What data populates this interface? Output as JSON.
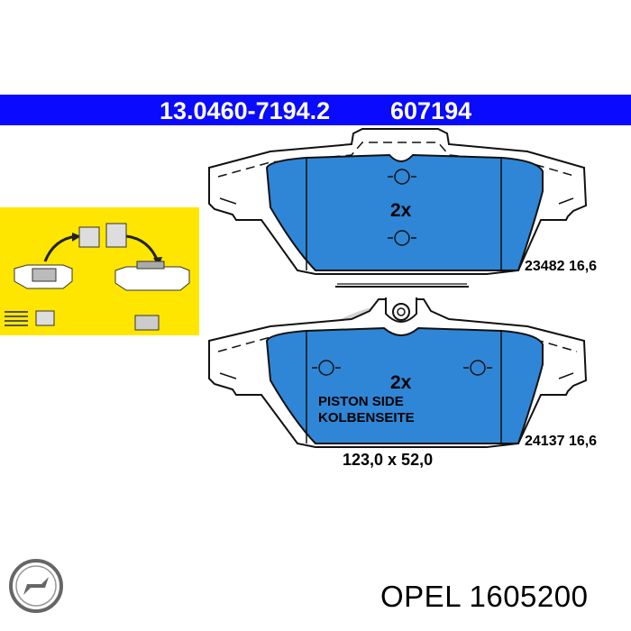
{
  "header": {
    "part_number": "13.0460-7194.2",
    "reference_number": "607194",
    "color": "#0a0aff"
  },
  "upper_pad": {
    "quantity": "2x",
    "spec": "23482 16,6"
  },
  "lower_pad": {
    "quantity": "2x",
    "piston_side_en": "PISTON SIDE",
    "piston_side_de": "KOLBENSEITE",
    "spec": "24137 16,6"
  },
  "dimensions": "123,0 x 52,0",
  "brand": {
    "label": "OPEL 1605200",
    "logo_icon": "opel-logo-icon"
  },
  "colors": {
    "pad_fill": "#2f86d6",
    "instruction_panel": "#ffe600"
  },
  "instruction_panel_icon": "installation-instructions-icon",
  "watermark_icon": "ate-watermark-icon"
}
